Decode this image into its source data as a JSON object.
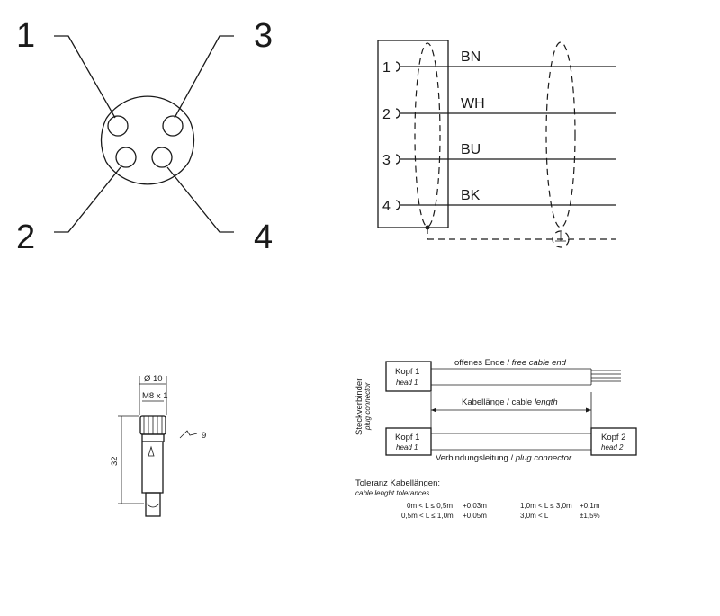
{
  "pinout": {
    "pins": [
      "1",
      "2",
      "3",
      "4"
    ]
  },
  "wiring": {
    "pins": [
      "1",
      "2",
      "3",
      "4"
    ],
    "wires": [
      "BN",
      "WH",
      "BU",
      "BK"
    ]
  },
  "connector_drawing": {
    "diameter": "Ø 10",
    "thread": "M8 x 1",
    "length": "32",
    "wrench": "9"
  },
  "cable_diagram": {
    "side_label": "Steckverbinder",
    "side_label_en": "plug connector",
    "head1": "Kopf 1",
    "head1_en": "head 1",
    "head2": "Kopf 2",
    "head2_en": "head 2",
    "open_end": "offenes Ende / ",
    "open_end_en": "free cable end",
    "cable_length": "Kabellänge / cable ",
    "cable_length_en": "length",
    "connection": "Verbindungsleitung / ",
    "connection_en": "plug connector"
  },
  "tolerances": {
    "title": "Toleranz Kabellängen:",
    "subtitle": "cable lenght tolerances",
    "rows": [
      {
        "range": "0m < L ≤ 0,5m",
        "value": "+0,03m",
        "range2": "1,0m < L ≤ 3,0m",
        "value2": "+0,1m"
      },
      {
        "range": "0,5m < L ≤ 1,0m",
        "value": "+0,05m",
        "range2": "3,0m < L",
        "value2": "±1,5%"
      }
    ]
  }
}
